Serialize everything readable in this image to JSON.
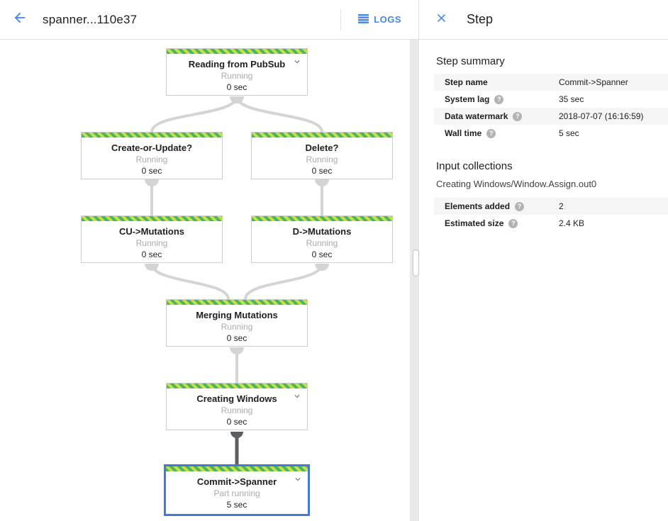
{
  "topbar": {
    "title": "spanner...110e37",
    "logs_label": "LOGS"
  },
  "panel": {
    "title": "Step",
    "step_summary": {
      "heading": "Step summary",
      "rows": [
        {
          "label": "Step name",
          "value": "Commit->Spanner"
        },
        {
          "label": "System lag",
          "value": "35 sec"
        },
        {
          "label": "Data watermark",
          "value": "2018-07-07 (16:16:59)"
        },
        {
          "label": "Wall time",
          "value": "5 sec"
        }
      ]
    },
    "input_collections": {
      "heading": "Input collections",
      "collection_name": "Creating Windows/Window.Assign.out0",
      "rows": [
        {
          "label": "Elements added",
          "value": "2"
        },
        {
          "label": "Estimated size",
          "value": "2.4 KB"
        }
      ]
    }
  },
  "graph": {
    "nodes": [
      {
        "name": "Reading from PubSub",
        "status": "Running",
        "time": "0 sec"
      },
      {
        "name": "Create-or-Update?",
        "status": "Running",
        "time": "0 sec"
      },
      {
        "name": "Delete?",
        "status": "Running",
        "time": "0 sec"
      },
      {
        "name": "CU->Mutations",
        "status": "Running",
        "time": "0 sec"
      },
      {
        "name": "D->Mutations",
        "status": "Running",
        "time": "0 sec"
      },
      {
        "name": "Merging Mutations",
        "status": "Running",
        "time": "0 sec"
      },
      {
        "name": "Creating Windows",
        "status": "Running",
        "time": "0 sec"
      },
      {
        "name": "Commit->Spanner",
        "status": "Part running",
        "time": "5 sec"
      }
    ]
  },
  "colors": {
    "accent_blue": "#4285f4",
    "selected_border": "#4678d9",
    "stripe_green_dark": "#4eb55f",
    "stripe_green_light": "#bfe24d",
    "edge_gray": "#d4d4d4",
    "edge_active": "#5c5f62",
    "row_shade": "#f5f5f5"
  }
}
